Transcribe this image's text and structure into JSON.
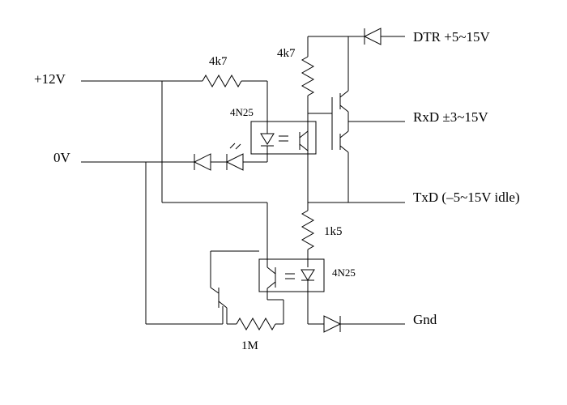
{
  "labels": {
    "v12": "+12V",
    "v0": "0V",
    "dtr": "DTR +5~15V",
    "rxd": "RxD ±3~15V",
    "txd": "TxD (–5~15V idle)",
    "gnd": "Gnd",
    "r_input": "4k7",
    "r_pullup": "4k7",
    "r_mid": "1k5",
    "r_bias": "1M",
    "opto_top": "4N25",
    "opto_bottom": "4N25"
  }
}
